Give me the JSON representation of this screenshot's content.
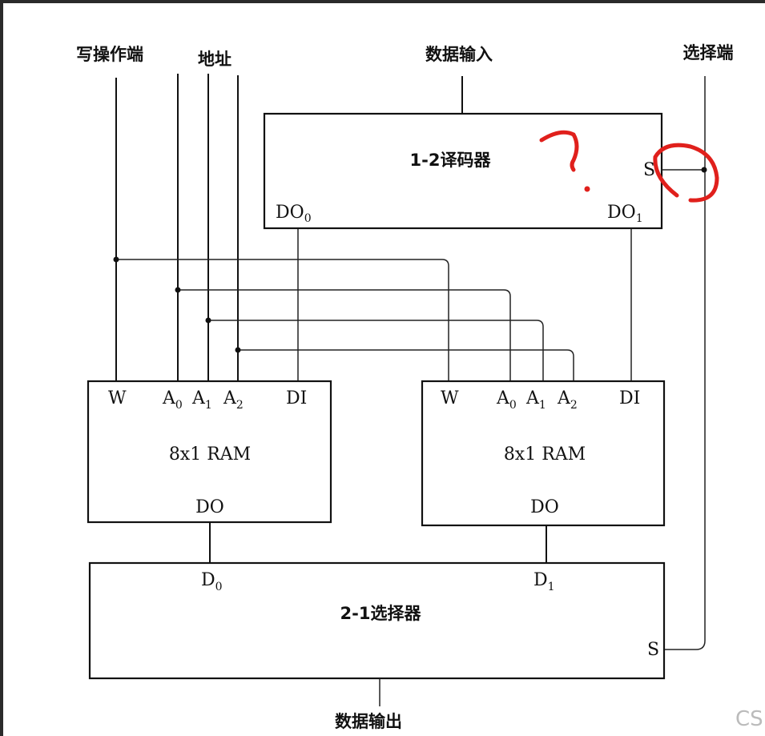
{
  "labels": {
    "write_enable": "写操作端",
    "address": "地址",
    "data_in": "数据输入",
    "select": "选择端",
    "data_out": "数据输出"
  },
  "decoder": {
    "title": "1-2译码器",
    "s": "S",
    "do0": "DO",
    "do0_sub": "0",
    "do1": "DO",
    "do1_sub": "1"
  },
  "rams": [
    {
      "w": "W",
      "a": "A",
      "a0": "0",
      "a1": "1",
      "a2": "2",
      "di": "DI",
      "title": "8x1 RAM",
      "do": "DO"
    },
    {
      "w": "W",
      "a": "A",
      "a0": "0",
      "a1": "1",
      "a2": "2",
      "di": "DI",
      "title": "8x1 RAM",
      "do": "DO"
    }
  ],
  "mux": {
    "title": "2-1选择器",
    "d": "D",
    "d0_sub": "0",
    "d1_sub": "1",
    "s": "S"
  },
  "annotation": {
    "mark": "?",
    "color": "#e0201c"
  },
  "watermark": "CSI"
}
